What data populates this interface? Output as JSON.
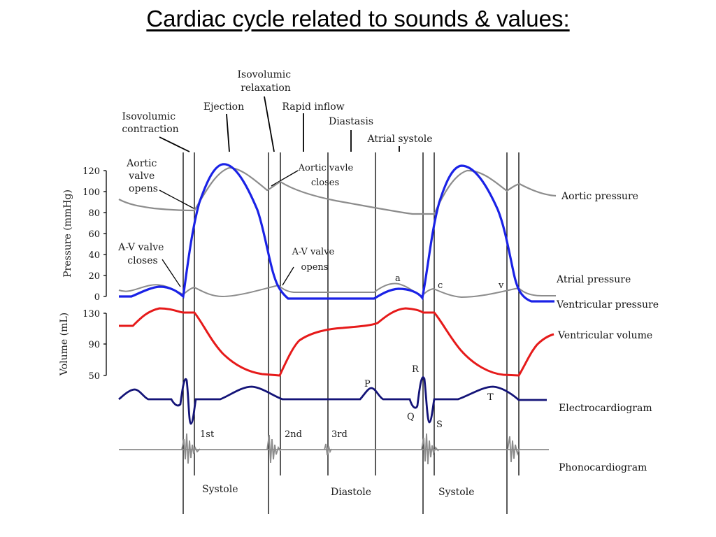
{
  "slide": {
    "title": "Cardiac cycle related to sounds & values:"
  },
  "phases_top": {
    "iso_contraction": [
      "Isovolumic",
      "contraction"
    ],
    "ejection": "Ejection",
    "iso_relaxation": [
      "Isovolumic",
      "relaxation"
    ],
    "rapid_inflow": "Rapid inflow",
    "diastasis": "Diastasis",
    "atrial_systole": "Atrial systole"
  },
  "annotations": {
    "aortic_valve_opens": [
      "Aortic",
      "valve",
      "opens"
    ],
    "av_valve_closes": [
      "A-V valve",
      "closes"
    ],
    "aortic_valve_closes": [
      "Aortic vavle",
      "closes"
    ],
    "av_valve_opens": [
      "A-V valve",
      "opens"
    ]
  },
  "axes": {
    "pressure_label": "Pressure (mmHg)",
    "pressure_ticks": [
      "120",
      "100",
      "80",
      "60",
      "40",
      "20",
      "0"
    ],
    "volume_label": "Volume (mL)",
    "volume_ticks": [
      "130",
      "90",
      "50"
    ]
  },
  "traces": {
    "aortic_pressure": "Aortic pressure",
    "atrial_pressure": "Atrial pressure",
    "ventricular_pressure": "Ventricular pressure",
    "ventricular_volume": "Ventricular volume",
    "ecg": "Electrocardiogram",
    "phono": "Phonocardiogram"
  },
  "waves": {
    "a": "a",
    "c": "c",
    "v": "v",
    "P": "P",
    "R": "R",
    "Q": "Q",
    "S": "S",
    "T": "T"
  },
  "sounds": {
    "first": "1st",
    "second": "2nd",
    "third": "3rd"
  },
  "periods": {
    "systole1": "Systole",
    "diastole": "Diastole",
    "systole2": "Systole"
  },
  "colors": {
    "aortic": "#8c8c8c",
    "atrial": "#8c8c8c",
    "ventricular_pressure": "#1a22e6",
    "ventricular_volume": "#e61a1a",
    "ecg": "#141478",
    "phono": "#8c8c8c"
  }
}
